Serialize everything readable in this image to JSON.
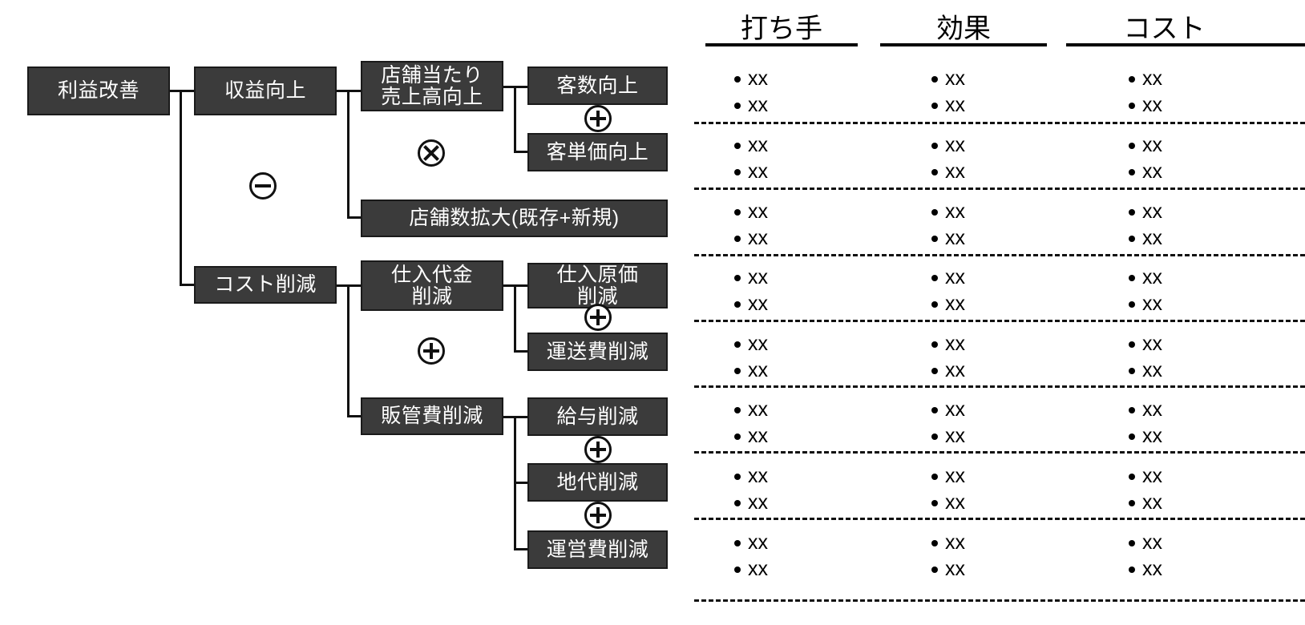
{
  "diagram": {
    "title_text": "",
    "colors": {
      "box_fill": "#3b3b3b",
      "box_border": "#1a1a1a",
      "box_text": "#ffffff",
      "line": "#111111",
      "page_bg": "#ffffff"
    },
    "nodes": {
      "root": "利益改善",
      "revenue_up": "収益向上",
      "cost_down": "コスト削減",
      "sales_per_store": "店舗当たり\n売上高向上",
      "store_count": "店舗数拡大(既存+新規)",
      "purchase_cost": "仕入代金\n削減",
      "sga_cost": "販管費削減",
      "customers_up": "客数向上",
      "unit_price_up": "客単価向上",
      "cogs_down": "仕入原価\n削減",
      "freight_down": "運送費削減",
      "salary_down": "給与削減",
      "rent_down": "地代削減",
      "opex_down": "運営費削減"
    },
    "operators": [
      {
        "name": "minus-root",
        "symbol": "−",
        "type": "minus"
      },
      {
        "name": "times-revenue",
        "symbol": "×",
        "type": "times"
      },
      {
        "name": "plus-sales",
        "symbol": "+",
        "type": "plus"
      },
      {
        "name": "plus-cost",
        "symbol": "+",
        "type": "plus"
      },
      {
        "name": "plus-purchase",
        "symbol": "+",
        "type": "plus"
      },
      {
        "name": "plus-sga-1",
        "symbol": "+",
        "type": "plus"
      },
      {
        "name": "plus-sga-2",
        "symbol": "+",
        "type": "plus"
      }
    ]
  },
  "table": {
    "columns": [
      {
        "key": "measures",
        "header": "打ち手"
      },
      {
        "key": "effect",
        "header": "効果"
      },
      {
        "key": "cost",
        "header": "コスト"
      }
    ],
    "rows": [
      {
        "node": "客数向上",
        "measures": [
          "xx",
          "xx"
        ],
        "effect": [
          "xx",
          "xx"
        ],
        "cost": [
          "xx",
          "xx"
        ]
      },
      {
        "node": "客単価向上",
        "measures": [
          "xx",
          "xx"
        ],
        "effect": [
          "xx",
          "xx"
        ],
        "cost": [
          "xx",
          "xx"
        ]
      },
      {
        "node": "店舗数拡大(既存+新規)",
        "measures": [
          "xx",
          "xx"
        ],
        "effect": [
          "xx",
          "xx"
        ],
        "cost": [
          "xx",
          "xx"
        ]
      },
      {
        "node": "仕入原価削減",
        "measures": [
          "xx",
          "xx"
        ],
        "effect": [
          "xx",
          "xx"
        ],
        "cost": [
          "xx",
          "xx"
        ]
      },
      {
        "node": "運送費削減",
        "measures": [
          "xx",
          "xx"
        ],
        "effect": [
          "xx",
          "xx"
        ],
        "cost": [
          "xx",
          "xx"
        ]
      },
      {
        "node": "給与削減",
        "measures": [
          "xx",
          "xx"
        ],
        "effect": [
          "xx",
          "xx"
        ],
        "cost": [
          "xx",
          "xx"
        ]
      },
      {
        "node": "地代削減",
        "measures": [
          "xx",
          "xx"
        ],
        "effect": [
          "xx",
          "xx"
        ],
        "cost": [
          "xx",
          "xx"
        ]
      },
      {
        "node": "運営費削減",
        "measures": [
          "xx",
          "xx"
        ],
        "effect": [
          "xx",
          "xx"
        ],
        "cost": [
          "xx",
          "xx"
        ]
      }
    ]
  }
}
